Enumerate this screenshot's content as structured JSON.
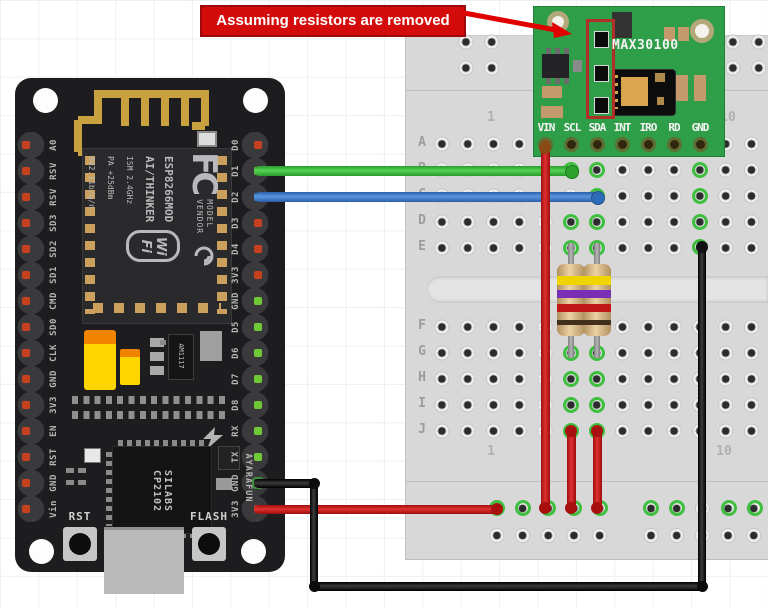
{
  "annotation": {
    "text": "Assuming resistors are removed"
  },
  "max30100": {
    "name": "MAX30100",
    "pins": [
      "VIN",
      "SCL",
      "SDA",
      "INT",
      "IRO",
      "RD",
      "GND"
    ]
  },
  "breadboard": {
    "row_labels": [
      "A",
      "B",
      "C",
      "D",
      "E",
      "F",
      "G",
      "H",
      "I",
      "J"
    ],
    "top_numbers": [
      "1",
      "10"
    ],
    "bottom_numbers": [
      "1",
      "10"
    ]
  },
  "nodemcu": {
    "left_pins": [
      {
        "label": "A0",
        "dot": "red"
      },
      {
        "label": "RSV",
        "dot": "red"
      },
      {
        "label": "RSV",
        "dot": "red"
      },
      {
        "label": "SD3",
        "dot": "red"
      },
      {
        "label": "SD2",
        "dot": "red"
      },
      {
        "label": "SD1",
        "dot": "red"
      },
      {
        "label": "CMD",
        "dot": "red"
      },
      {
        "label": "SD0",
        "dot": "red"
      },
      {
        "label": "CLK",
        "dot": "red"
      },
      {
        "label": "GND",
        "dot": "red"
      },
      {
        "label": "3V3",
        "dot": "red"
      },
      {
        "label": "EN",
        "dot": "red"
      },
      {
        "label": "RST",
        "dot": "red"
      },
      {
        "label": "GND",
        "dot": "red"
      },
      {
        "label": "Vin",
        "dot": "red"
      }
    ],
    "right_pins": [
      {
        "label": "D0",
        "dot": "red"
      },
      {
        "label": "D1",
        "dot": "green"
      },
      {
        "label": "D2",
        "dot": "blue"
      },
      {
        "label": "D3",
        "dot": "red"
      },
      {
        "label": "D4",
        "dot": "red"
      },
      {
        "label": "3V3",
        "dot": "red"
      },
      {
        "label": "GND",
        "dot": "green"
      },
      {
        "label": "D5",
        "dot": "green"
      },
      {
        "label": "D6",
        "dot": "green"
      },
      {
        "label": "D7",
        "dot": "green"
      },
      {
        "label": "D8",
        "dot": "green"
      },
      {
        "label": "RX",
        "dot": "green"
      },
      {
        "label": "TX",
        "dot": "green"
      },
      {
        "label": "GND",
        "dot": "black"
      },
      {
        "label": "3V3",
        "dot": "red"
      }
    ],
    "module": {
      "fcc": "FC",
      "model": "MODEL",
      "vendor": "VENDOR",
      "name": "ESP8266MOD",
      "maker": "AI/THINKER",
      "spec1": "ISM 2.4GHz",
      "spec2": "PA +25dBm",
      "spec3": "802.11b/g/n",
      "wifi_line1": "Wi",
      "wifi_line2": "Fi"
    },
    "regulator": "AM1117",
    "usb_chip_brand": "SILABS",
    "usb_chip_model": "CP2102",
    "vendor_text": "AYARAFUN",
    "buttons": {
      "reset": "RST",
      "flash": "FLASH"
    }
  },
  "colors": {
    "nodemcu_body": "#1d1d1f",
    "header_bump": "#3a3a3c",
    "pin_dot_red": "#c8411f",
    "pin_dot_green": "#71c837",
    "pin_dot_blue": "#3a7fd4",
    "antenna_gold": "#c9a23f",
    "module_silver": "#b9b9bb",
    "breadboard_body": "#d8d8d8",
    "hole_dark": "#2c2c2e",
    "connected_ring": "#3fbf3f",
    "max_pcb_green": "#2f9e49",
    "pad_tan": "#c49a6c",
    "sensor_gold": "#d9a64f",
    "wire_red": "#c41414",
    "wire_green": "#3fc33f",
    "wire_blue": "#3a7fd4",
    "wire_black": "#1c1c1c",
    "annotation_fill": "#d40b0b",
    "annotation_border": "#9b0b0b",
    "resistor_body": "#d7b98c",
    "band_yellow": "#f0d400",
    "band_violet": "#7b2fb5",
    "band_red": "#c01818"
  }
}
